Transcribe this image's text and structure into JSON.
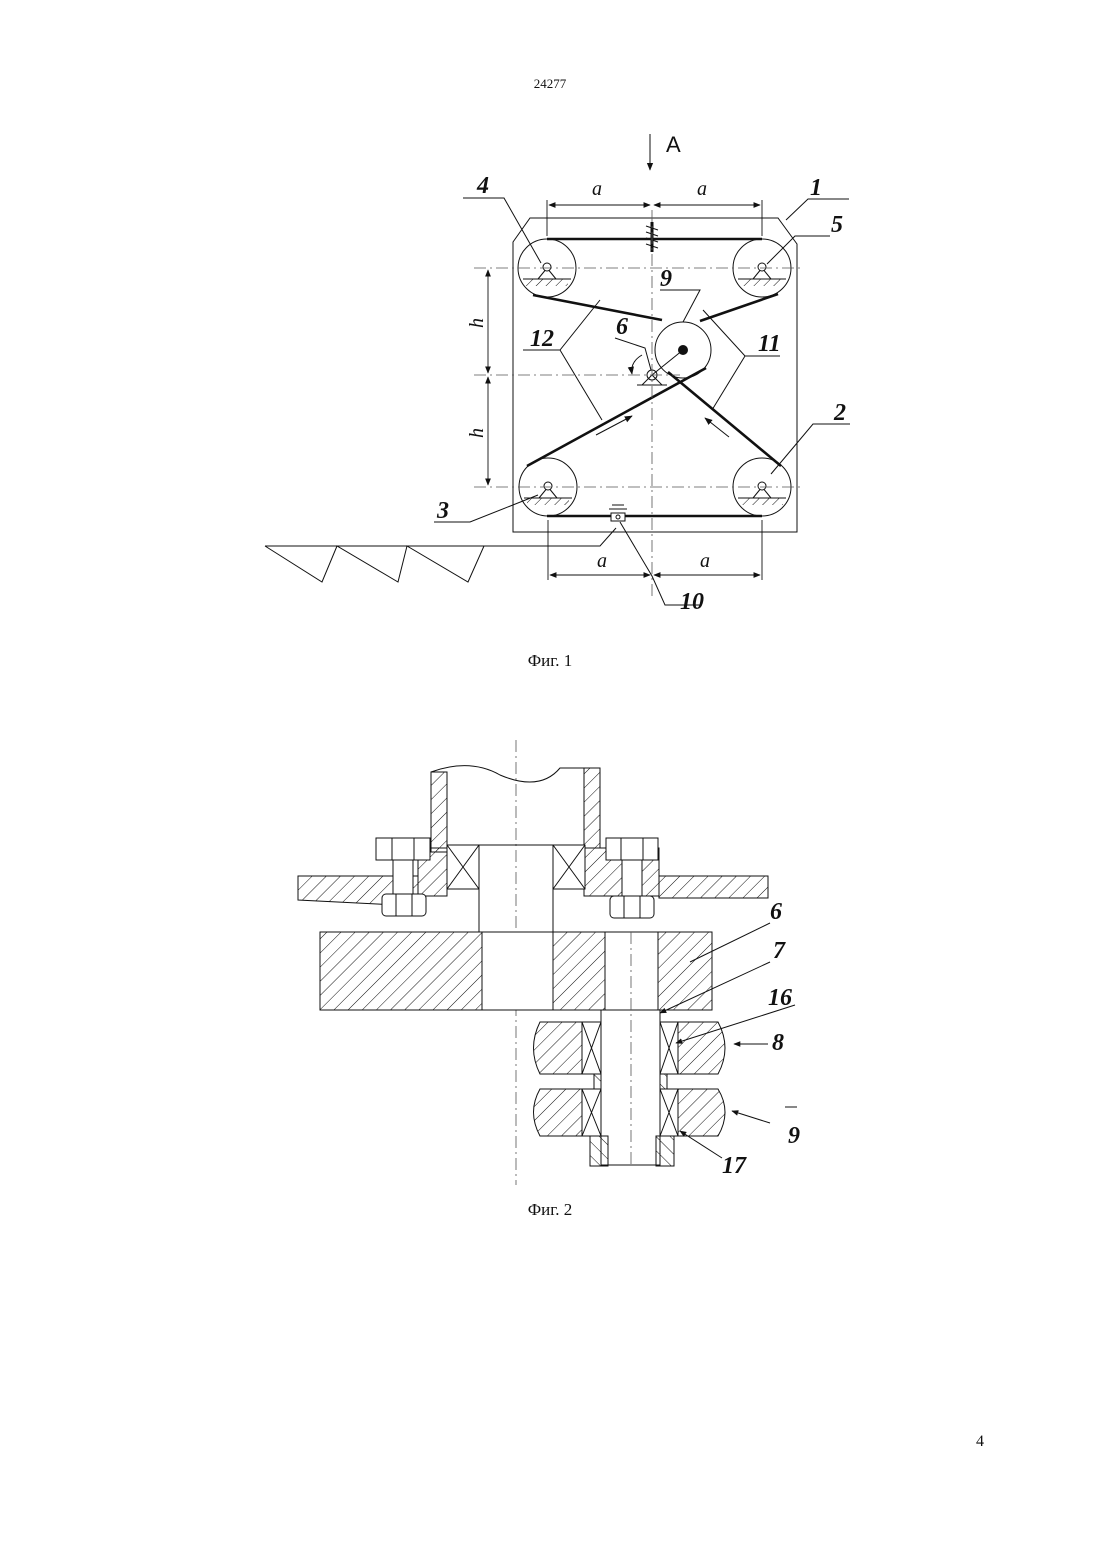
{
  "document": {
    "number": "24277",
    "page_number": "4"
  },
  "figure1": {
    "caption": "Фиг. 1",
    "view_label": "A",
    "dimension_a": "a",
    "dimension_h": "h",
    "labels": [
      "1",
      "2",
      "3",
      "4",
      "5",
      "6",
      "9",
      "10",
      "11",
      "12"
    ]
  },
  "figure2": {
    "caption": "Фиг. 2",
    "labels": [
      "6",
      "7",
      "8",
      "9",
      "16",
      "17"
    ]
  }
}
